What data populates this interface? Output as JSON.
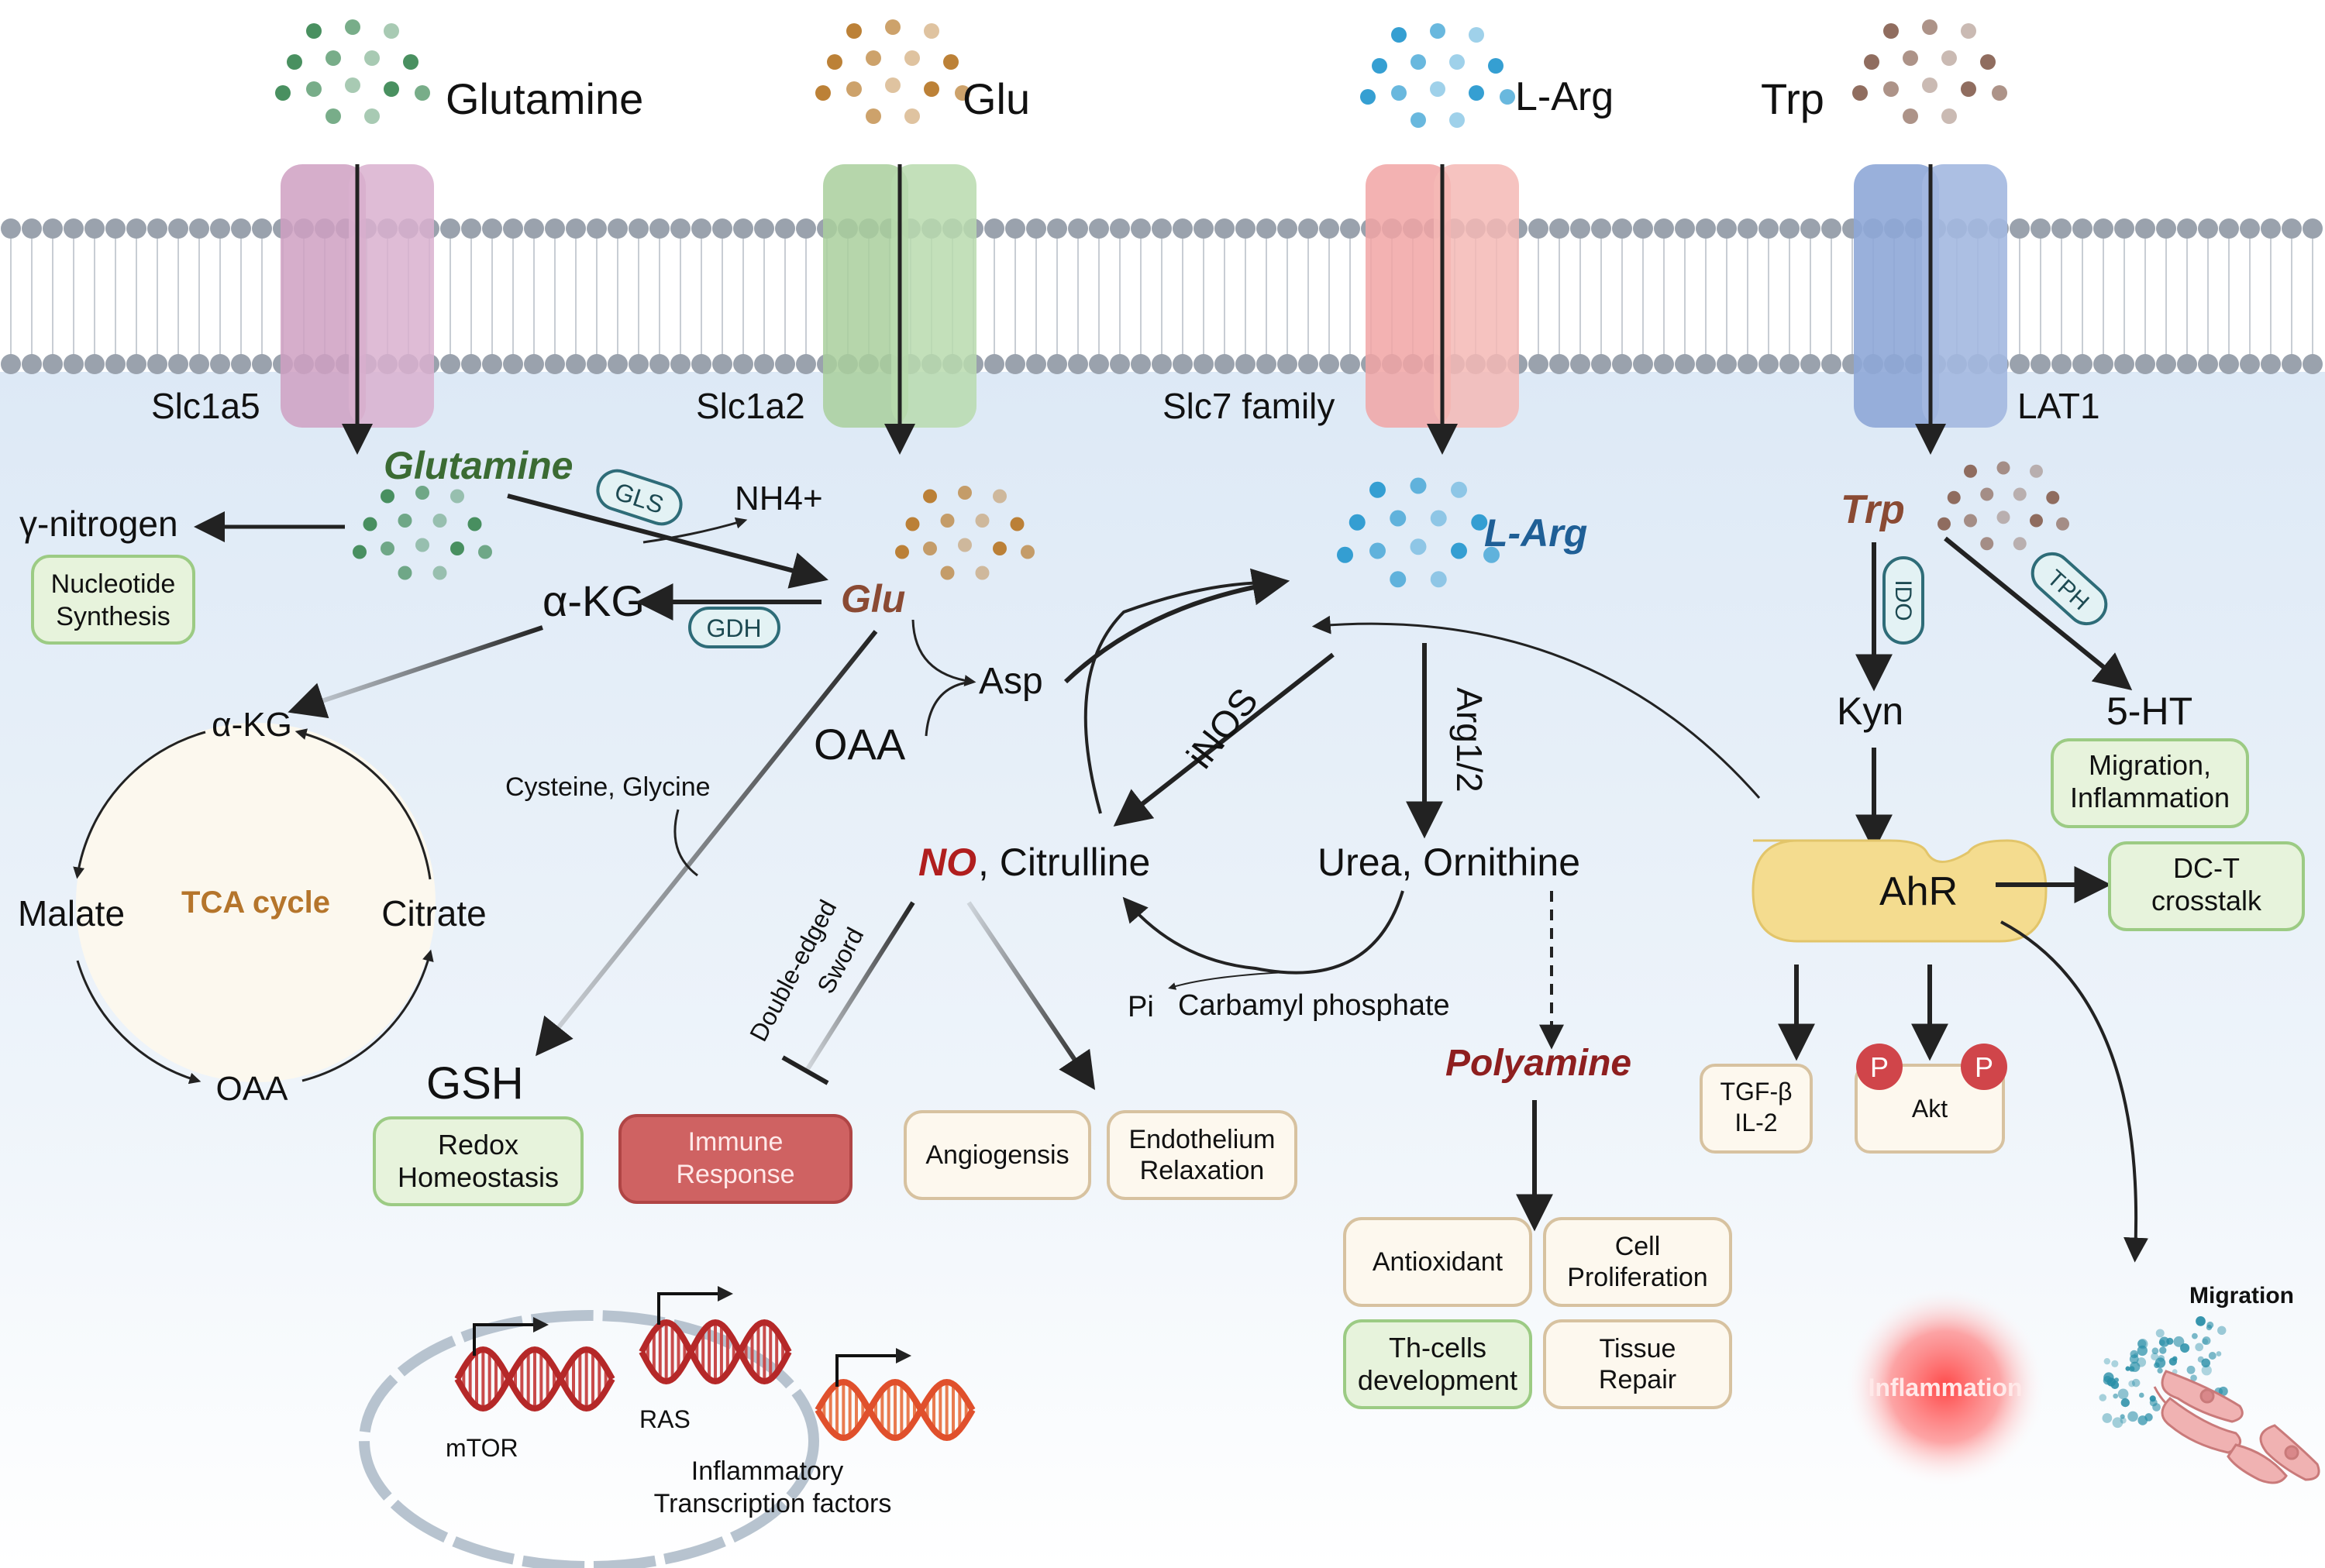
{
  "colors": {
    "glutamine": "#3f8a57",
    "glu": "#b87a2c",
    "larg": "#2a9ad0",
    "trp": "#8a6556",
    "title_glutamine": "#3b6b33",
    "title_glu": "#8a4a33",
    "title_larg": "#1f5f96",
    "title_trp": "#8a4a33",
    "polyamine": "#8e1f1f",
    "no": "#b01e1e",
    "tca_label": "#b5752b",
    "green_box_fill": "#e7f3dc",
    "green_box_stroke": "#9ccb84",
    "beige_box_fill": "#fdf8ee",
    "beige_box_stroke": "#d7c2a0",
    "red_box_fill": "#cf6262",
    "ahr_fill": "#f4dc8f",
    "phospho": "#d0454a",
    "enzyme_fill": "#e3f2f4",
    "enzyme_stroke": "#2e6c78",
    "membrane": "#9aa2ad",
    "cytoplasm": "#e9f1fa"
  },
  "transporters": {
    "slc1a5": {
      "amino_acid": "Glutamine",
      "label": "Slc1a5",
      "color": "#cfa0c2"
    },
    "slc1a2": {
      "amino_acid": "Glu",
      "label": "Slc1a2",
      "color": "#a9cf9c"
    },
    "slc7": {
      "amino_acid": "L-Arg",
      "label": "Slc7 family",
      "color": "#f1a5a5"
    },
    "lat1": {
      "amino_acid": "Trp",
      "label": "LAT1",
      "color": "#8ea7d7"
    }
  },
  "metabolites": {
    "glutamine_in": "Glutamine",
    "glu_in": "Glu",
    "larg_in": "L-Arg",
    "trp_in": "Trp",
    "gamma_nitrogen": "γ-nitrogen",
    "nh4": "NH4+",
    "akg": "α-KG",
    "akg_tca": "α-KG",
    "malate": "Malate",
    "citrate": "Citrate",
    "oaa_tca": "OAA",
    "tca_cycle": "TCA cycle",
    "asp": "Asp",
    "oaa": "OAA",
    "cys_gly": "Cysteine, Glycine",
    "gsh": "GSH",
    "no": "NO",
    "citrulline": ", Citrulline",
    "urea_ornithine": "Urea, Ornithine",
    "pi": "Pi",
    "carbamyl_phosphate": "Carbamyl phosphate",
    "polyamine": "Polyamine",
    "kyn": "Kyn",
    "serotonin": "5-HT",
    "double_edged_1": "Double-edged",
    "double_edged_2": "Sword"
  },
  "enzymes": {
    "gls": "GLS",
    "gdh": "GDH",
    "inos": "iNOS",
    "arg12": "Arg1/2",
    "ido": "IDO",
    "tph": "TPH"
  },
  "boxes": {
    "nucleotide": [
      "Nucleotide",
      "Synthesis"
    ],
    "redox": [
      "Redox",
      "Homeostasis"
    ],
    "immune": [
      "Immune",
      "Response"
    ],
    "angiogenesis": [
      "Angiogensis"
    ],
    "endothelium": [
      "Endothelium",
      "Relaxation"
    ],
    "antioxidant": [
      "Antioxidant"
    ],
    "cell_prolif": [
      "Cell",
      "Proliferation"
    ],
    "th_cells": [
      "Th-cells",
      "development"
    ],
    "tissue_repair": [
      "Tissue",
      "Repair"
    ],
    "migration_inflammation": [
      "Migration,",
      "Inflammation"
    ],
    "dct": [
      "DC-T",
      "crosstalk"
    ],
    "tgfb": [
      "TGF-β",
      "IL-2"
    ],
    "akt": [
      "Akt"
    ]
  },
  "ahr": "AhR",
  "phospho": "P",
  "nucleus": {
    "genes": [
      "mTOR",
      "RAS"
    ],
    "caption": [
      "Inflammatory",
      "Transcription factors"
    ]
  },
  "outcomes": {
    "inflammation": "Inflammation",
    "migration": "Migration"
  }
}
